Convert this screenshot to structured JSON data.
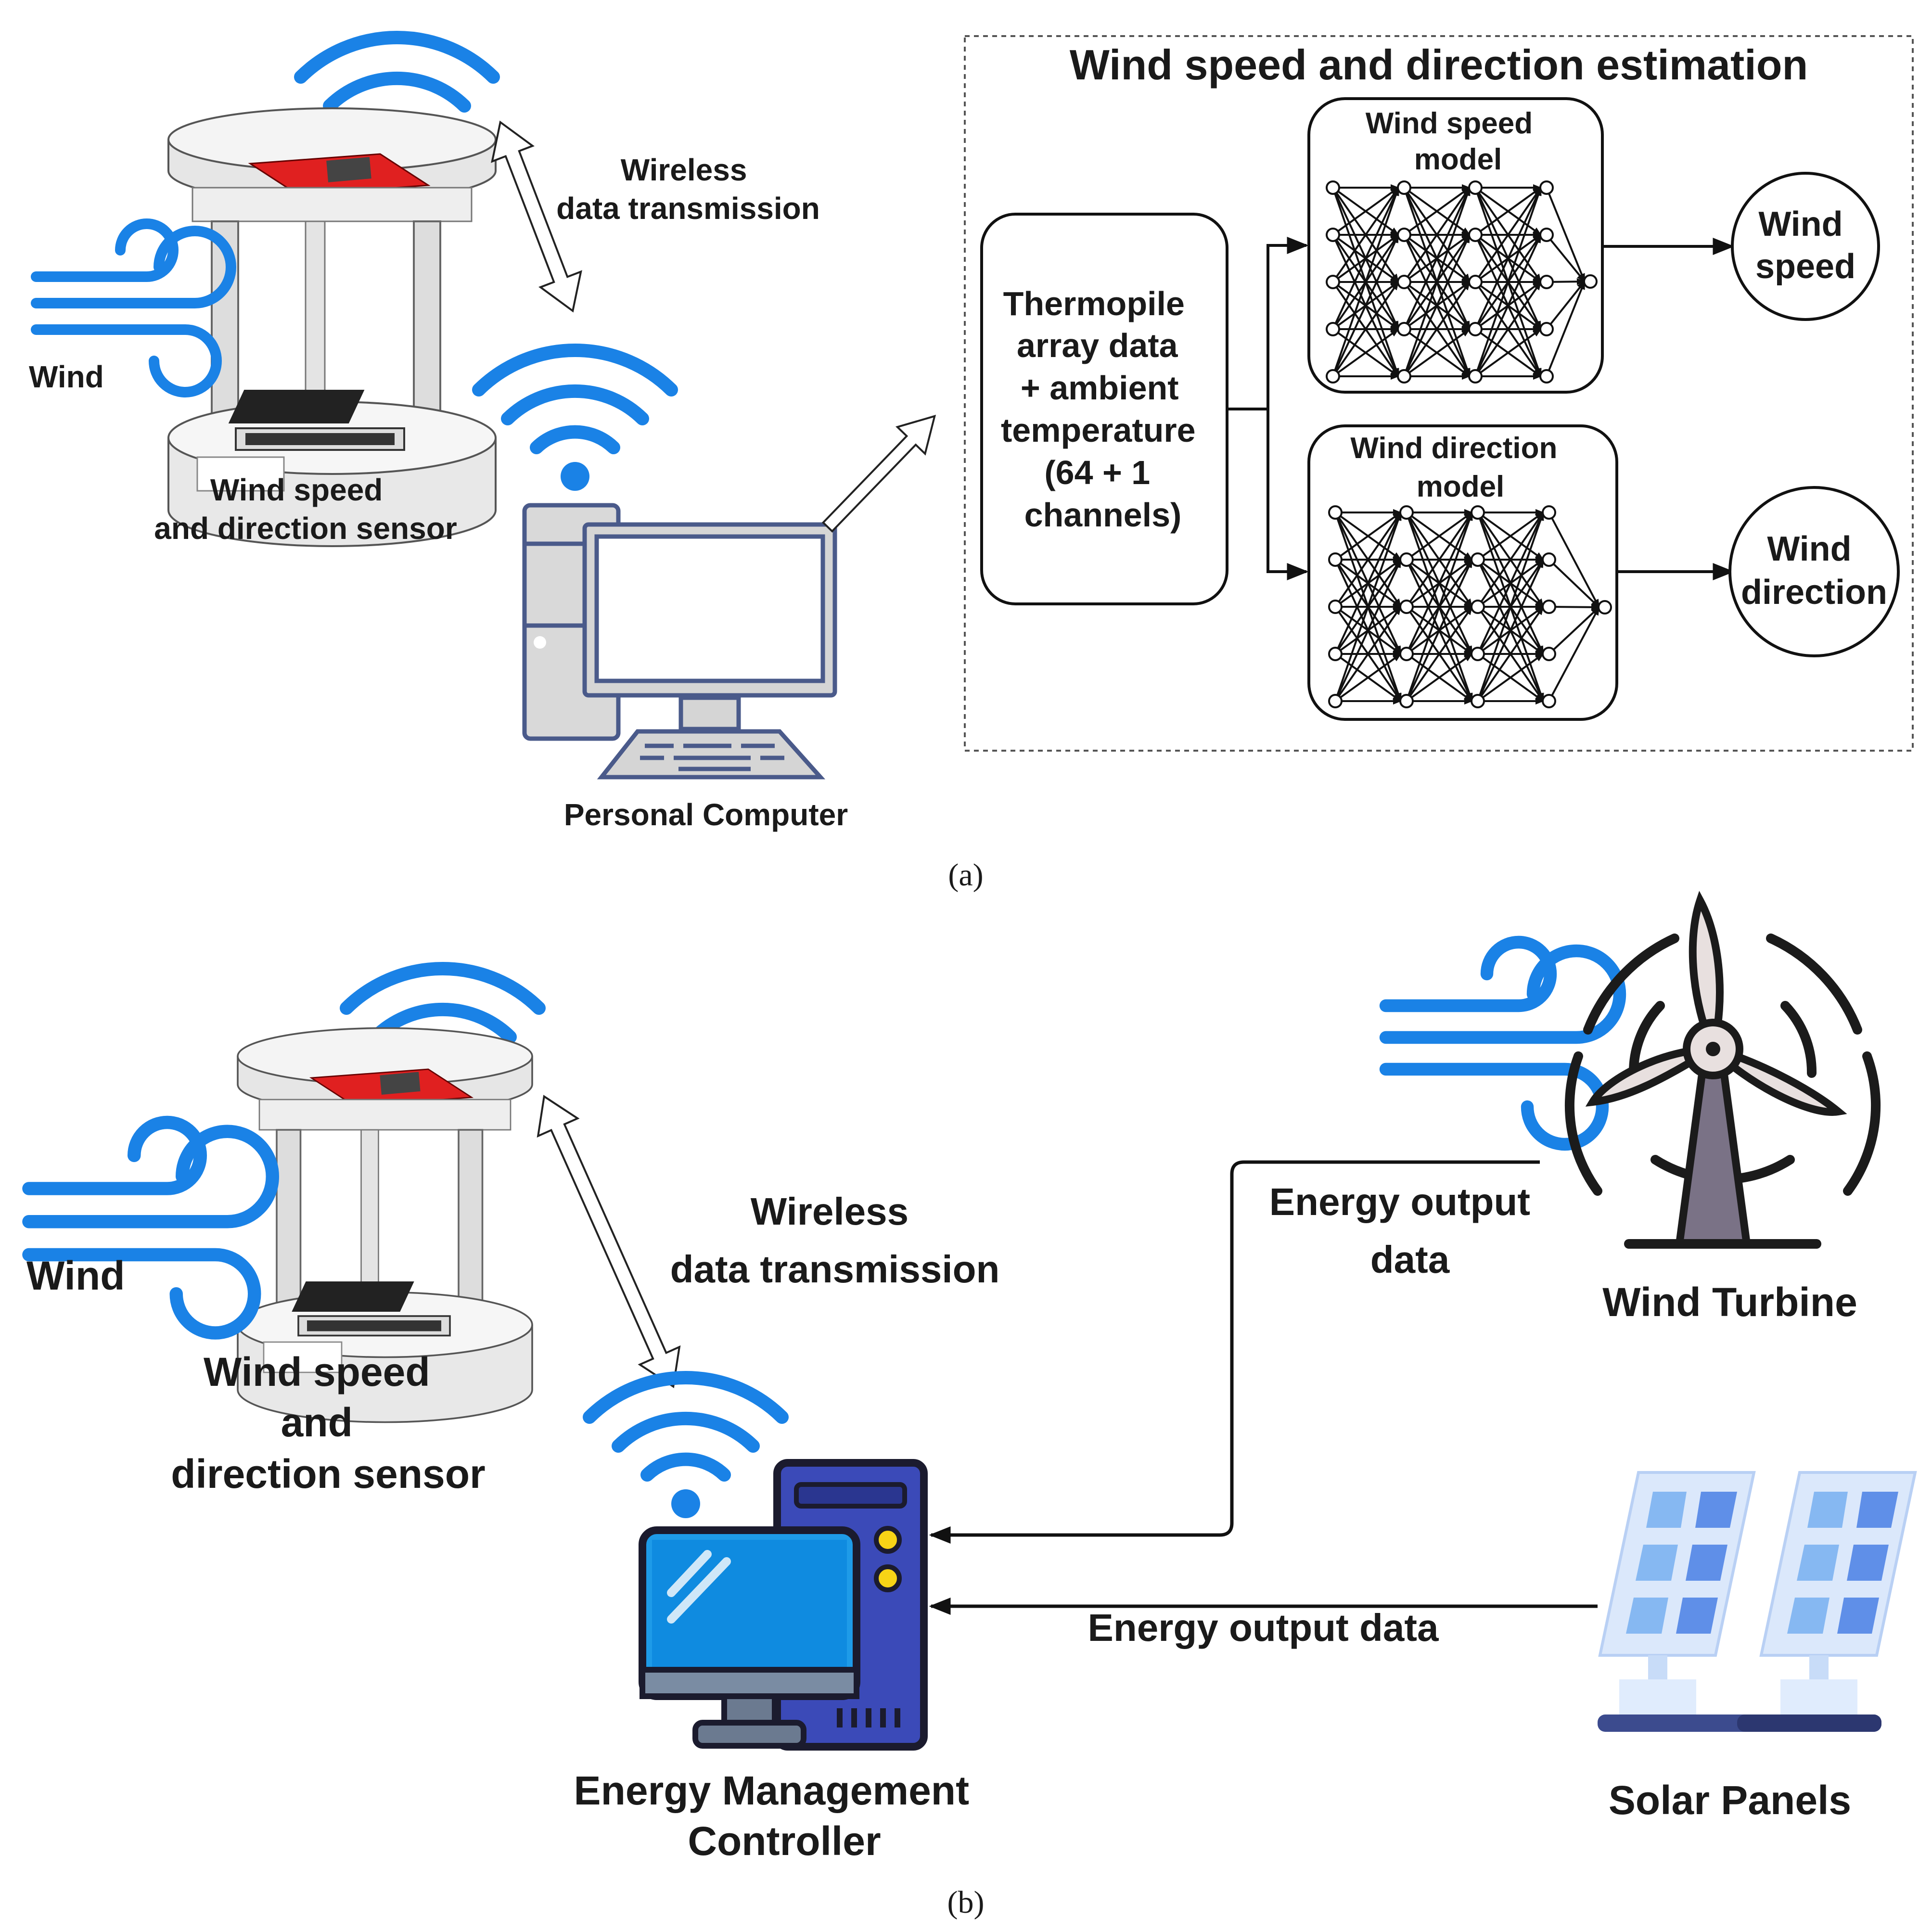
{
  "panel_a": {
    "caption": "(a)",
    "wind_label": "Wind",
    "sensor_label_1": "Wind speed",
    "sensor_label_2": "and direction sensor",
    "wireless_label_1": "Wireless",
    "wireless_label_2": "data transmission",
    "pc_label": "Personal Computer",
    "estimation": {
      "title": "Wind speed and direction estimation",
      "input_lines": [
        "Thermopile",
        "array data",
        "+ ambient",
        "temperature",
        "(64 + 1",
        "channels)"
      ],
      "speed_model_1": "Wind speed",
      "speed_model_2": "model",
      "direction_model_1": "Wind direction",
      "direction_model_2": "model",
      "speed_output_1": "Wind",
      "speed_output_2": "speed",
      "direction_output_1": "Wind",
      "direction_output_2": "direction"
    }
  },
  "panel_b": {
    "caption": "(b)",
    "wind_label": "Wind",
    "sensor_label_1": "Wind speed",
    "sensor_label_2": "and",
    "sensor_label_3": "direction sensor",
    "wireless_label_1": "Wireless",
    "wireless_label_2": "data transmission",
    "controller_label_1": "Energy Management",
    "controller_label_2": "Controller",
    "turbine_label": "Wind Turbine",
    "solar_label": "Solar Panels",
    "turbine_data_1": "Energy output",
    "turbine_data_2": "data",
    "solar_data": "Energy output data"
  },
  "colors": {
    "wifi_blue": "#1a82e6",
    "sensor_red": "#e02020",
    "monitor_blue": "#1e9be8",
    "tower_blue": "#3b4ab8",
    "solar_blue": "#7fb3f5"
  },
  "icons": [
    "wifi-icon",
    "wind-icon",
    "sensor-device",
    "desktop-computer-icon",
    "neural-network-icon",
    "wind-turbine-icon",
    "solar-panel-icon"
  ]
}
